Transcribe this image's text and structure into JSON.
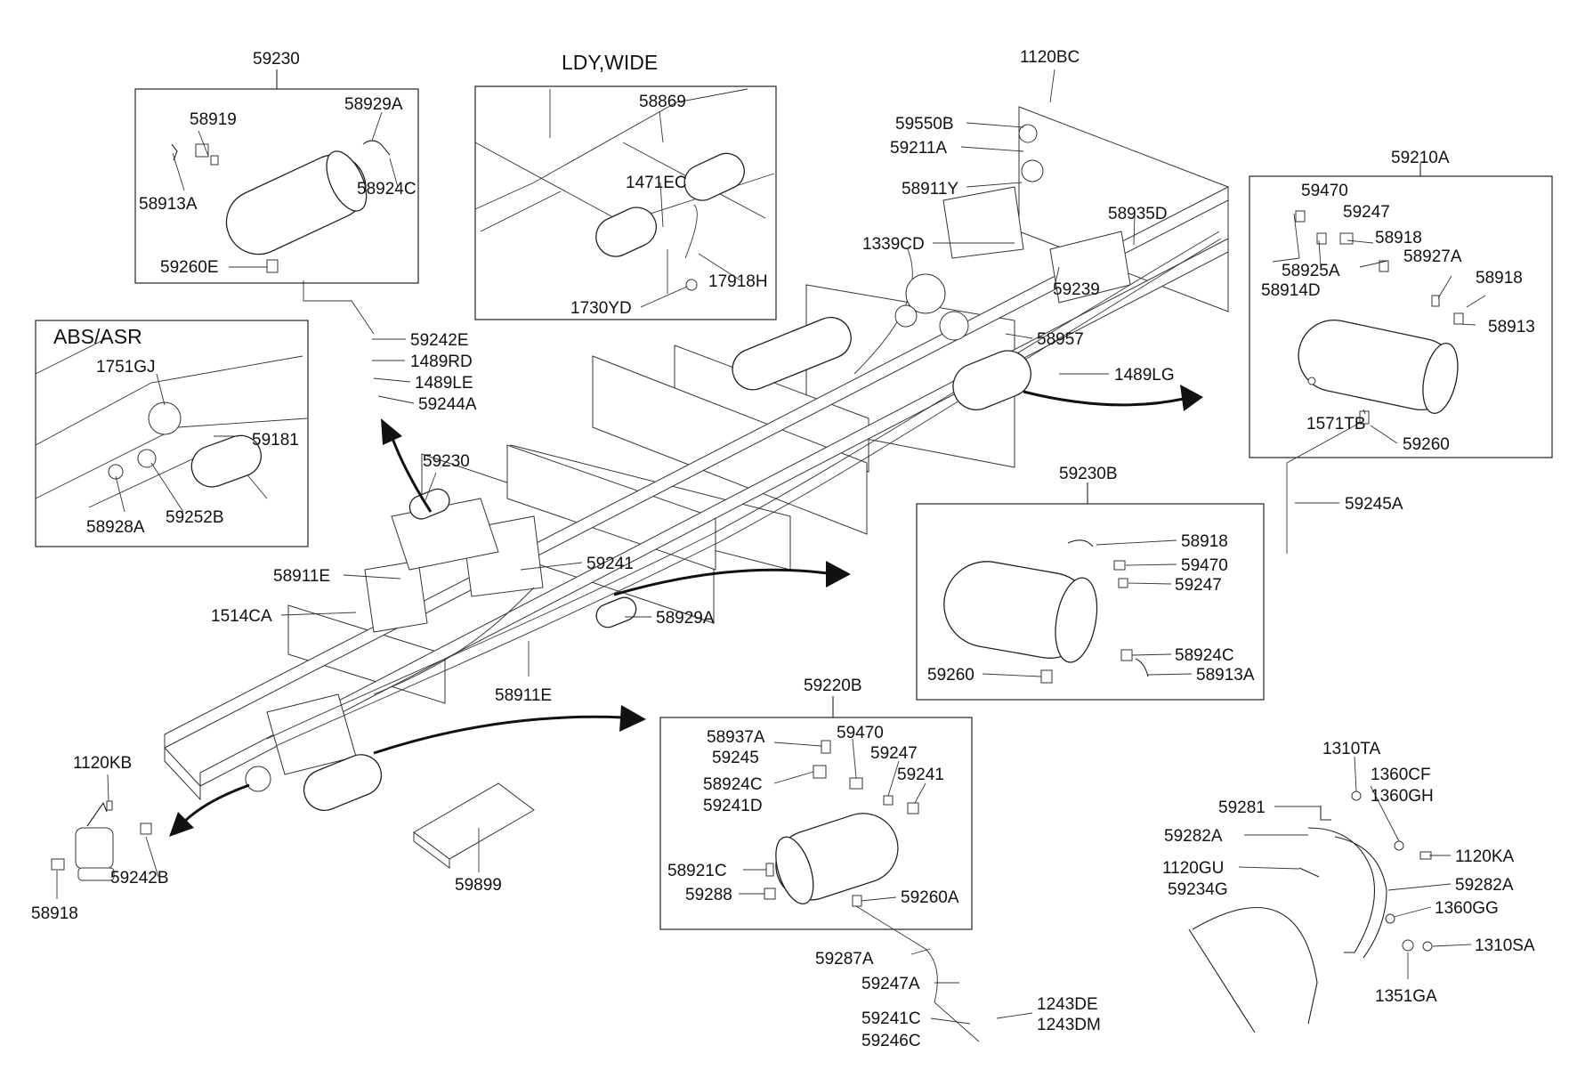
{
  "figure": {
    "groups": {
      "tank_59230": {
        "title": "59230",
        "parts": [
          "58919",
          "58929A",
          "58913A",
          "58924C",
          "59260E"
        ]
      },
      "ldy_wide": {
        "title": "LDY,WIDE",
        "parts": [
          "58869",
          "1471EC",
          "17918H",
          "1730YD"
        ]
      },
      "abs_asr": {
        "title": "ABS/ASR",
        "parts": [
          "1751GJ",
          "59181",
          "58928A",
          "59252B"
        ]
      },
      "tank_59210A": {
        "title": "59210A",
        "parts": [
          "59470",
          "59247",
          "58918",
          "58925A",
          "58927A",
          "58914D",
          "58918",
          "58913",
          "1571TB",
          "59260"
        ]
      },
      "tank_59230B": {
        "title": "59230B",
        "parts": [
          "58918",
          "59470",
          "59247",
          "58924C",
          "59260",
          "58913A"
        ]
      },
      "tank_59220B": {
        "title": "59220B",
        "parts": [
          "58937A",
          "59245",
          "59470",
          "59247",
          "58924C",
          "59241D",
          "59241",
          "58921C",
          "59288",
          "59260A"
        ]
      }
    },
    "frame_labels": [
      "1120BC",
      "59550B",
      "59211A",
      "58911Y",
      "58935D",
      "1339CD",
      "59239",
      "58957",
      "1489LG",
      "59242E",
      "1489RD",
      "1489LE",
      "59244A",
      "59230",
      "59241",
      "58911E",
      "1514CA",
      "58929A",
      "58911E",
      "59245A"
    ],
    "lower_labels": [
      "1120KB",
      "59242B",
      "58918",
      "59899",
      "59287A",
      "59247A",
      "59241C",
      "59246C",
      "1243DE",
      "1243DM"
    ],
    "strap_labels": [
      "1310TA",
      "1360CF",
      "1360GH",
      "59281",
      "59282A",
      "1120KA",
      "1120GU",
      "59234G",
      "59282A",
      "1360GG",
      "1310SA",
      "1351GA"
    ]
  }
}
